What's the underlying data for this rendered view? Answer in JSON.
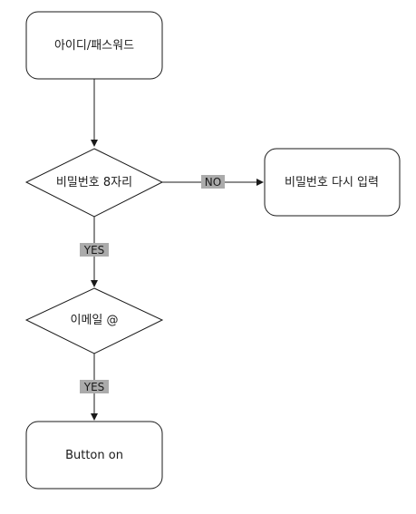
{
  "diagram": {
    "nodes": {
      "login": {
        "text": "아이디/패스워드",
        "shape": "rounded-rect"
      },
      "password_check": {
        "text": "비밀번호 8자리",
        "shape": "diamond"
      },
      "retry": {
        "text": "비밀번호 다시 입력",
        "shape": "rounded-rect"
      },
      "email_check": {
        "text": "이메일 @",
        "shape": "diamond"
      },
      "button_on": {
        "text": "Button on",
        "shape": "rounded-rect"
      }
    },
    "edges": {
      "login_to_password": {
        "from": "login",
        "to": "password_check",
        "label": ""
      },
      "password_no": {
        "from": "password_check",
        "to": "retry",
        "label": "NO"
      },
      "password_yes": {
        "from": "password_check",
        "to": "email_check",
        "label": "YES"
      },
      "email_yes": {
        "from": "email_check",
        "to": "button_on",
        "label": "YES"
      }
    },
    "colors": {
      "stroke": "#1a1a1a",
      "fill": "#ffffff",
      "label_bg": "#ababab"
    }
  }
}
